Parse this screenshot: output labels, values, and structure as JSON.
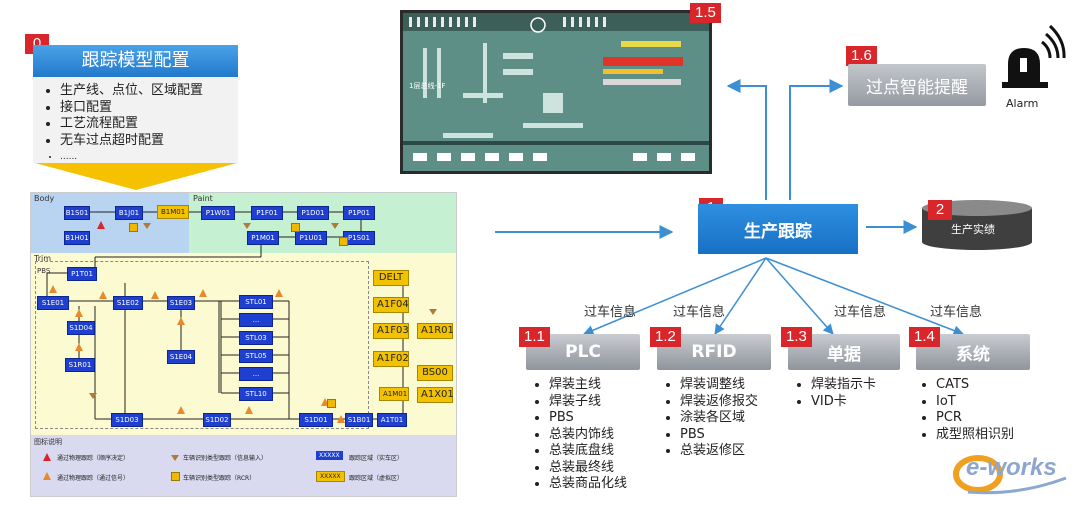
{
  "config": {
    "badge": "0",
    "title": "跟踪模型配置",
    "items": [
      "生产线、点位、区域配置",
      "接口配置",
      "工艺流程配置",
      "无车过点超时配置",
      "......"
    ]
  },
  "screenshot": {
    "badge": "1.5",
    "caption": "1层总线-1F"
  },
  "alarm": {
    "badge": "1.6",
    "title": "过点智能提醒",
    "icon_label": "Alarm"
  },
  "center": {
    "badge": "1",
    "title": "生产跟踪"
  },
  "db": {
    "badge": "2",
    "title": "生产实绩"
  },
  "edge_label": "过车信息",
  "sources": [
    {
      "badge": "1.1",
      "title": "PLC",
      "items": [
        "焊装主线",
        "焊装子线",
        "PBS",
        "总装内饰线",
        "总装底盘线",
        "总装最终线",
        "总装商品化线"
      ]
    },
    {
      "badge": "1.2",
      "title": "RFID",
      "items": [
        "焊装调整线",
        "焊装返修报交",
        "涂装各区域",
        "PBS",
        "总装返修区"
      ]
    },
    {
      "badge": "1.3",
      "title": "单据",
      "items": [
        "焊装指示卡",
        "VID卡"
      ]
    },
    {
      "badge": "1.4",
      "title": "系统",
      "items": [
        "CATS",
        "IoT",
        "PCR",
        "成型照相识别"
      ]
    }
  ],
  "flow": {
    "body_label": "Body",
    "paint_label": "Paint",
    "trim_label": "Trim",
    "pbs_label": "PBS",
    "nodes": {
      "B1S01": "B1S01",
      "B1J01": "B1J01",
      "B1M01": "B1M01",
      "B1H01": "B1H01",
      "P1W01": "P1W01",
      "P1F01": "P1F01",
      "P1D01": "P1D01",
      "P1P01": "P1P01",
      "P1M01": "P1M01",
      "P1U01": "P1U01",
      "P1S01": "P1S01",
      "P1T01": "P1T01",
      "S1E01": "S1E01",
      "S1E02": "S1E02",
      "S1E03": "S1E03",
      "S1D04": "S1D04",
      "S1R01": "S1R01",
      "S1E04": "S1E04",
      "S1D03": "S1D03",
      "S1D02": "S1D02",
      "S1D01": "S1D01",
      "S1B01": "S1B01",
      "A1T01": "A1T01",
      "A1M01": "A1M01",
      "STL01": "STL01",
      "dots1": "...",
      "STL03": "STL03",
      "STL05": "STL05",
      "dots2": "...",
      "STL10": "STL10"
    },
    "yellow": {
      "DELT": "DELT",
      "A1F04": "A1F04",
      "A1F03": "A1F03",
      "A1F02": "A1F02",
      "A1R01": "A1R01",
      "BS00": "BS00",
      "A1X01": "A1X01"
    },
    "legend": {
      "title": "图标说明",
      "items": [
        "通过物理跟踪（顺序决定）",
        "通过物理跟踪（通过信号）",
        "车辆识别类型跟踪（信息输入）",
        "车辆识别类型跟踪（RCR）",
        "XXXXX",
        "跟踪区域（实车区）",
        "XXXXX",
        "跟踪区域（虚拟区）"
      ]
    }
  },
  "watermark": "e-works"
}
